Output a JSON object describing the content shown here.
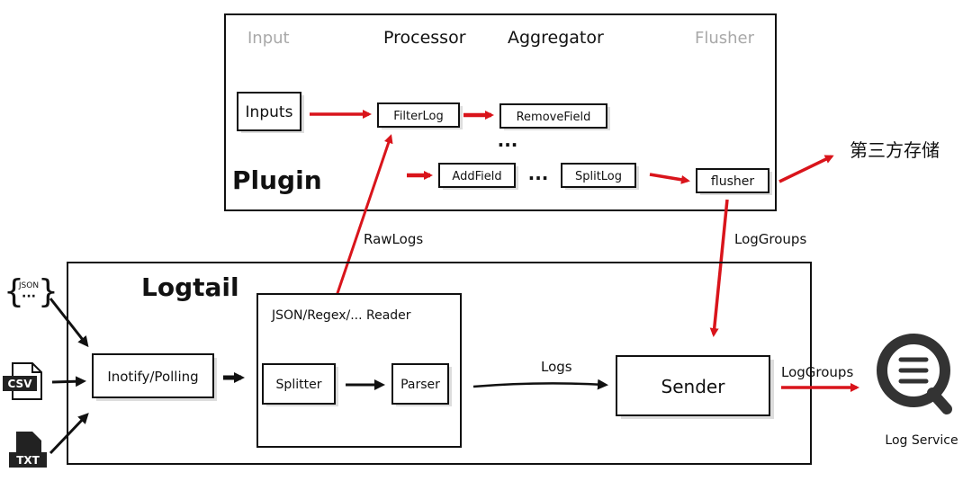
{
  "plugin": {
    "title": "Plugin",
    "headers": {
      "input": "Input",
      "processor": "Processor",
      "aggregator": "Aggregator",
      "flusher": "Flusher"
    },
    "inputs_label": "Inputs",
    "filterlog_label": "FilterLog",
    "removefield_label": "RemoveField",
    "addfield_label": "AddField",
    "splitlog_label": "SplitLog",
    "flusher_label": "flusher",
    "ellipsis": "..."
  },
  "third_party_storage_label": "第三方存储",
  "rawlogs_label": "RawLogs",
  "loggroups_label": "LogGroups",
  "logtail": {
    "title": "Logtail",
    "inotify_label": "Inotify/Polling",
    "reader_title": "JSON/Regex/... Reader",
    "splitter_label": "Splitter",
    "parser_label": "Parser",
    "logs_label": "Logs",
    "sender_label": "Sender"
  },
  "sources": {
    "json": "JSON",
    "csv": "CSV",
    "txt": "TXT"
  },
  "output_loggroups_label": "LogGroups",
  "log_service_label": "Log Service",
  "colors": {
    "red_arrow": "#d9141b",
    "black": "#111111",
    "grey_header": "#a8a8a8"
  }
}
